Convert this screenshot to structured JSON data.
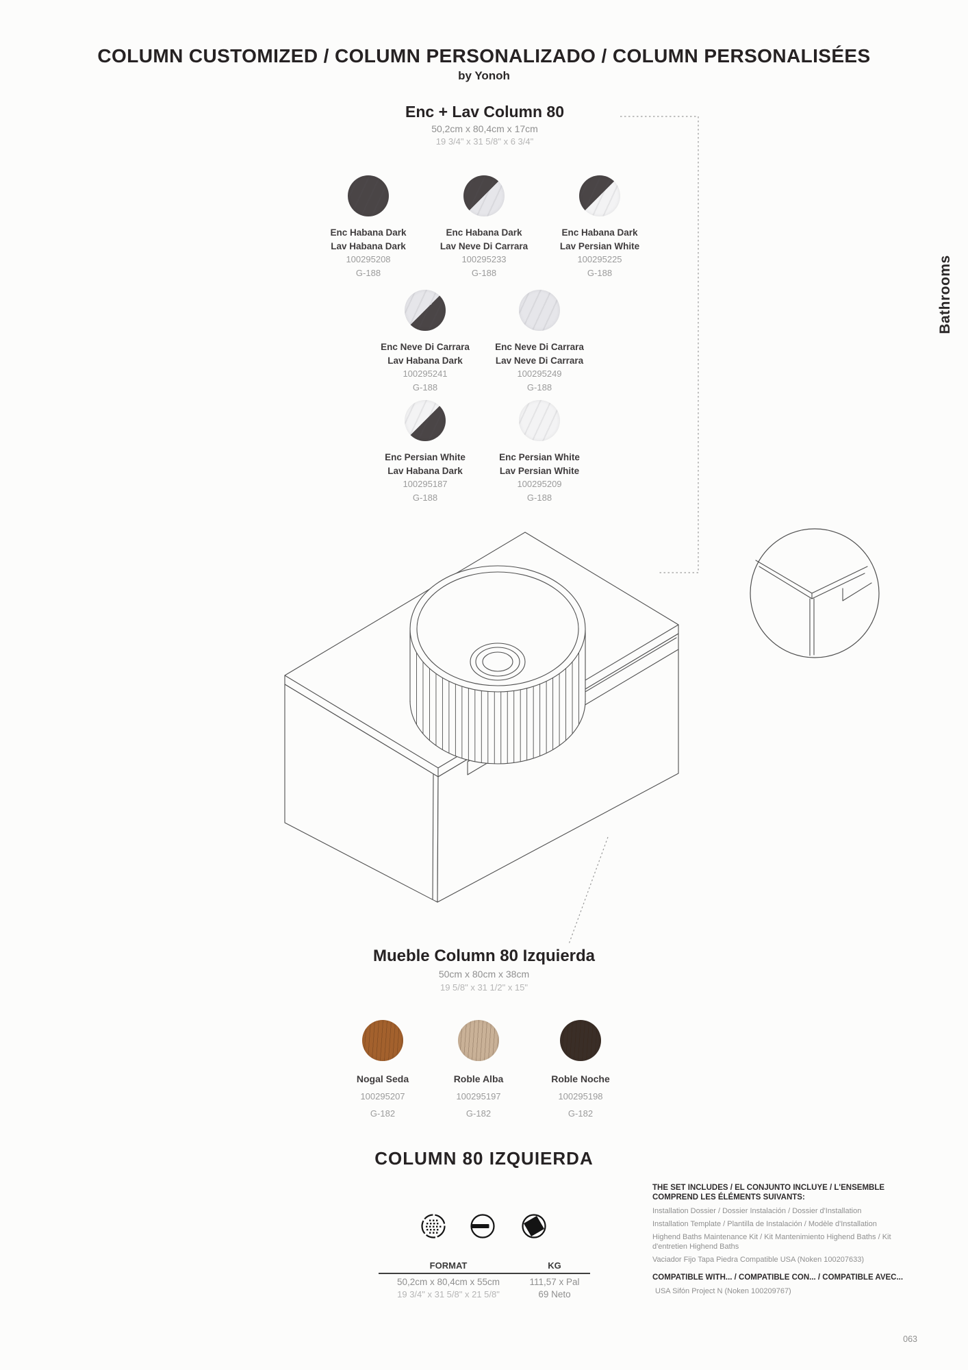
{
  "page": {
    "title": "COLUMN CUSTOMIZED / COLUMN PERSONALIZADO / COLUMN PERSONALISÉES",
    "byline": "by Yonoh",
    "side_tab": "Bathrooms",
    "page_number": "063"
  },
  "colors": {
    "habana_dark": "#4a4546",
    "neve_di_carrara": "#e6e6ea",
    "persian_white": "#f3f3f4",
    "nogal_seda": "#a3612d",
    "roble_alba": "#c9b197",
    "roble_noche": "#3a2e27",
    "text_dark": "#2e2b2c",
    "text_gray": "#8f8f8f",
    "text_light_gray": "#b5b5b5",
    "drawing_line": "#4f4f4f"
  },
  "enc_lav": {
    "title": "Enc + Lav Column 80",
    "dims_metric": "50,2cm x 80,4cm x 17cm",
    "dims_imperial": "19 3/4\" x 31 5/8\" x 6 3/4\"",
    "swatches": [
      {
        "line1": "Enc Habana Dark",
        "line2": "Lav Habana Dark",
        "ref": "100295208",
        "code": "G-188",
        "enc_color": "#4a4546",
        "lav_color": "#4a4546"
      },
      {
        "line1": "Enc Habana Dark",
        "line2": "Lav Neve Di Carrara",
        "ref": "100295233",
        "code": "G-188",
        "enc_color": "#4a4546",
        "lav_color": "#e6e6ea"
      },
      {
        "line1": "Enc Habana Dark",
        "line2": "Lav Persian White",
        "ref": "100295225",
        "code": "G-188",
        "enc_color": "#4a4546",
        "lav_color": "#f3f3f4"
      },
      {
        "line1": "Enc Neve Di Carrara",
        "line2": "Lav Habana Dark",
        "ref": "100295241",
        "code": "G-188",
        "enc_color": "#e6e6ea",
        "lav_color": "#4a4546"
      },
      {
        "line1": "Enc Neve Di Carrara",
        "line2": "Lav Neve Di Carrara",
        "ref": "100295249",
        "code": "G-188",
        "enc_color": "#e6e6ea",
        "lav_color": "#e6e6ea"
      },
      {
        "line1": "Enc Persian White",
        "line2": "Lav Habana Dark",
        "ref": "100295187",
        "code": "G-188",
        "enc_color": "#f3f3f4",
        "lav_color": "#4a4546"
      },
      {
        "line1": "Enc Persian White",
        "line2": "Lav Persian White",
        "ref": "100295209",
        "code": "G-188",
        "enc_color": "#f3f3f4",
        "lav_color": "#f3f3f4"
      }
    ]
  },
  "mueble": {
    "title": "Mueble Column 80 Izquierda",
    "dims_metric": "50cm x 80cm x 38cm",
    "dims_imperial": "19 5/8\" x 31 1/2\" x 15\"",
    "swatches": [
      {
        "name": "Nogal Seda",
        "ref": "100295207",
        "code": "G-182",
        "color": "#a3612d"
      },
      {
        "name": "Roble Alba",
        "ref": "100295197",
        "code": "G-182",
        "color": "#c9b197"
      },
      {
        "name": "Roble Noche",
        "ref": "100295198",
        "code": "G-182",
        "color": "#3a2e27"
      }
    ]
  },
  "spec": {
    "title": "COLUMN 80 IZQUIERDA",
    "icons": [
      {
        "name": "dotted-circle-icon"
      },
      {
        "name": "circle-with-bar-icon"
      },
      {
        "name": "black-polygon-circle-icon"
      }
    ],
    "table": {
      "col_format": "FORMAT",
      "col_kg": "KG",
      "format_metric": "50,2cm x 80,4cm x 55cm",
      "format_imperial": "19 3/4\" x 31 5/8\" x 21 5/8\"",
      "kg_line1": "111,57 x Pal",
      "kg_line2": "69 Neto"
    },
    "includes": {
      "heading": "THE SET INCLUDES / EL CONJUNTO INCLUYE / L'ENSEMBLE COMPREND LES ÉLÉMENTS SUIVANTS:",
      "items": [
        "Installation Dossier / Dossier Instalación / Dossier d'Installation",
        "Installation Template / Plantilla de Instalación / Modèle d'Installation",
        "Highend Baths Maintenance Kit / Kit Mantenimiento Highend Baths / Kit d'entretien Highend Baths",
        "Vaciador Fijo Tapa Piedra Compatible USA (Noken 100207633)"
      ],
      "compatible_heading": "COMPATIBLE WITH... / COMPATIBLE CON... / COMPATIBLE AVEC...",
      "compatible_items": [
        "USA Sifón Project N (Noken 100209767)"
      ]
    }
  }
}
